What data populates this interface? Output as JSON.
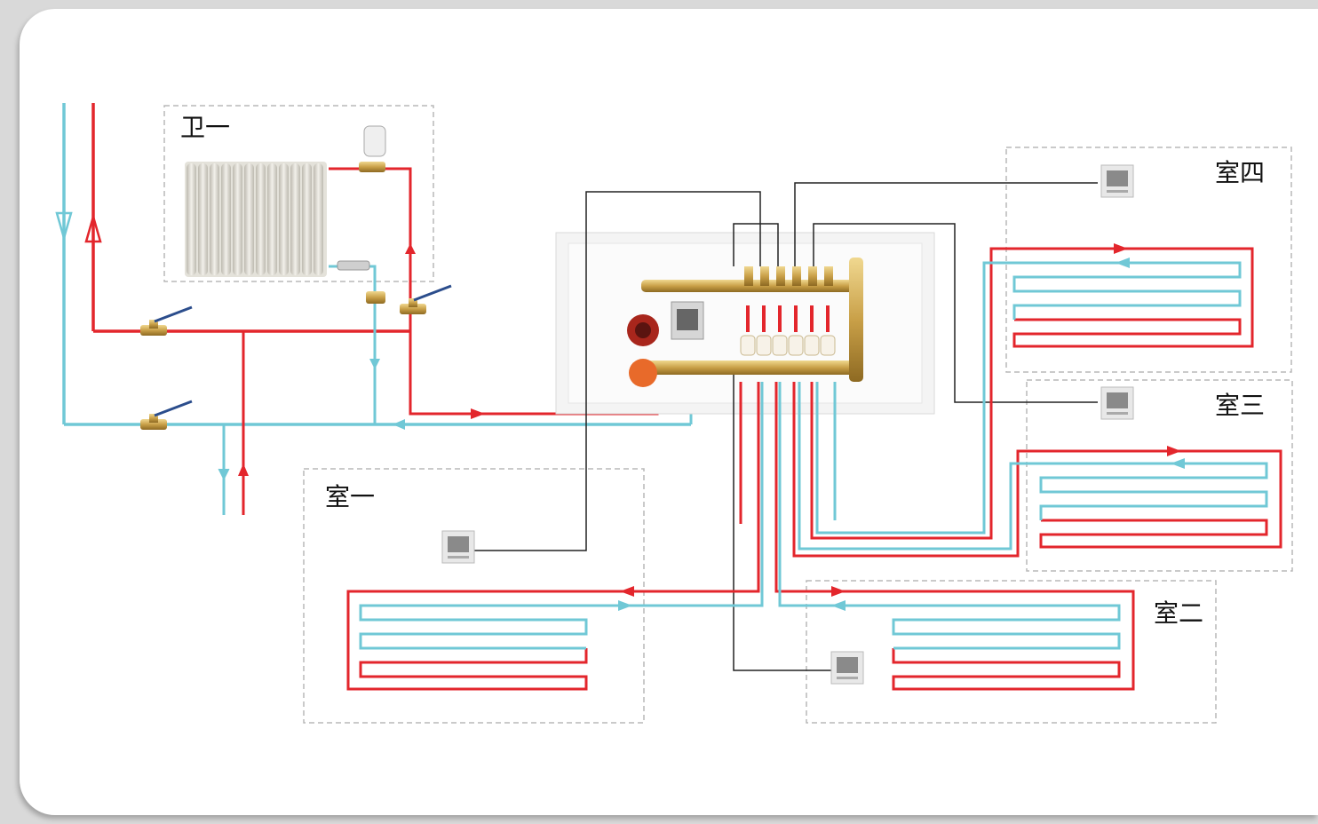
{
  "rooms": {
    "bath1": "卫一",
    "room1": "室一",
    "room2": "室二",
    "room3": "室三",
    "room4": "室四"
  },
  "colors": {
    "supply": "#e3262c",
    "return": "#70c8d6",
    "wire": "#222222",
    "brass": "#c9a048"
  },
  "icons": [
    "radiator-icon",
    "thermostat-icon",
    "manifold-icon",
    "pump-icon",
    "ball-valve-icon",
    "thermostatic-head-icon",
    "arrow-icon"
  ]
}
